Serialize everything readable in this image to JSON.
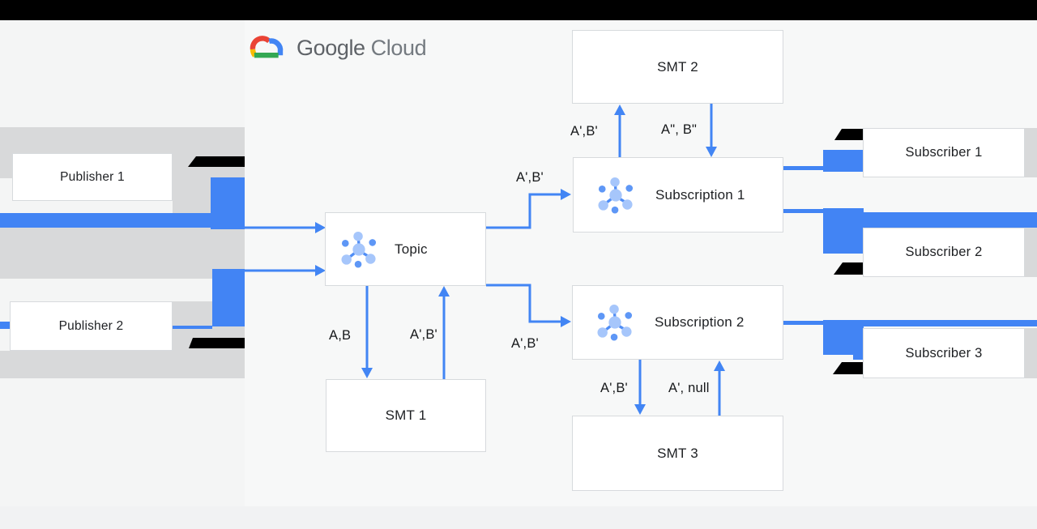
{
  "logo": {
    "google": "Google",
    "cloud": "Cloud"
  },
  "nodes": {
    "publisher1": {
      "label": "Publisher 1"
    },
    "publisher2": {
      "label": "Publisher 2"
    },
    "topic": {
      "label": "Topic"
    },
    "smt1": {
      "label": "SMT 1"
    },
    "smt2": {
      "label": "SMT 2"
    },
    "smt3": {
      "label": "SMT 3"
    },
    "subscription1": {
      "label": "Subscription 1"
    },
    "subscription2": {
      "label": "Subscription 2"
    },
    "subscriber1": {
      "label": "Subscriber 1"
    },
    "subscriber2": {
      "label": "Subscriber 2"
    },
    "subscriber3": {
      "label": "Subscriber 3"
    }
  },
  "edge_labels": {
    "topic_to_smt1": "A,B",
    "smt1_to_topic": "A',B'",
    "topic_to_subscription1": "A',B'",
    "topic_to_subscription2": "A',B'",
    "subscription1_to_smt2": "A',B'",
    "smt2_to_subscription1": "A\", B\"",
    "subscription2_to_smt3": "A',B'",
    "smt3_to_subscription2": "A', null"
  },
  "icons": {
    "topic": "pubsub-topic-icon",
    "subscription1": "pubsub-subscription-icon",
    "subscription2": "pubsub-subscription-icon",
    "logo": "google-cloud-logo"
  },
  "colors": {
    "arrow_blue": "#4285f4",
    "redaction_blue": "#4284f4",
    "redaction_gray": "#d8d9da",
    "redaction_black": "#000000",
    "node_border": "#d7dadd",
    "text": "#1e2023"
  }
}
